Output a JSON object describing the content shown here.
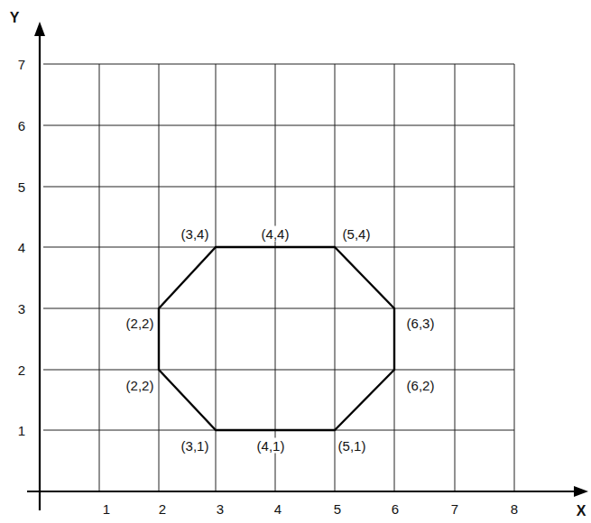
{
  "diagram": {
    "labels": [
      "Y",
      "7",
      "6",
      "5",
      "4",
      "3",
      "2",
      "1",
      "(3,4)",
      "(4,4)",
      "(5,4)",
      "(2,2)",
      "(6,3)",
      "(2,2)",
      "(6,2)",
      "(3,1)",
      "(4,1)",
      "(5,1)",
      "1",
      "2",
      "3",
      "4",
      "5",
      "6",
      "7",
      "8",
      "X"
    ]
  }
}
